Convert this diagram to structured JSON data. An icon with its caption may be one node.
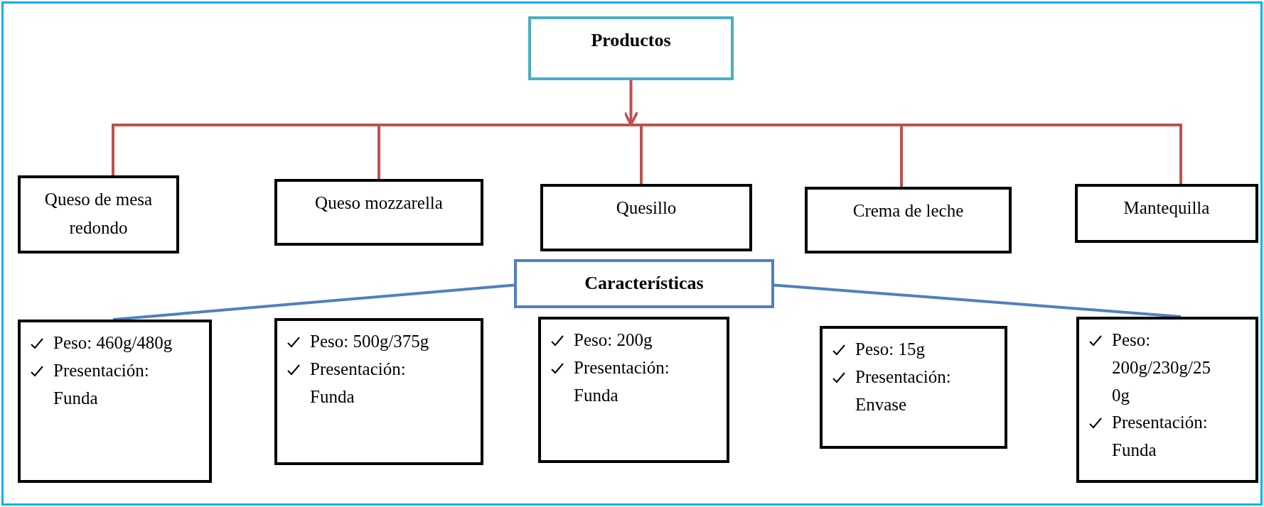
{
  "diagram": {
    "nodes": [
      {
        "text": [
          "Productos"
        ]
      },
      {
        "text": [
          "Queso de mesa redondo"
        ]
      },
      {
        "text": [
          "Queso mozzarella"
        ]
      },
      {
        "text": [
          "Quesillo"
        ]
      },
      {
        "text": [
          "Crema de leche"
        ]
      },
      {
        "text": [
          "Mantequilla"
        ]
      },
      {
        "text": [
          "Características"
        ]
      },
      {
        "text": [
          "Peso: 460g/480g",
          "Presentación: Funda"
        ]
      },
      {
        "text": [
          "Peso: 500g/375g",
          "Presentación: Funda"
        ]
      },
      {
        "text": [
          "Peso: 200g",
          "Presentación: Funda"
        ]
      },
      {
        "text": [
          "Peso: 15g",
          "Presentación: Envase"
        ]
      },
      {
        "text": [
          "Peso: 200g/230g/250g",
          "Presentación: Funda"
        ]
      }
    ],
    "edges": [
      {
        "from": 0,
        "to": null,
        "arrow": "to",
        "color": "#c0504d"
      },
      {
        "from": 0,
        "to": 1,
        "arrow": "none",
        "color": "#c0504d"
      },
      {
        "from": 0,
        "to": 2,
        "arrow": "none",
        "color": "#c0504d"
      },
      {
        "from": 0,
        "to": 3,
        "arrow": "none",
        "color": "#c0504d"
      },
      {
        "from": 0,
        "to": 4,
        "arrow": "none",
        "color": "#c0504d"
      },
      {
        "from": 0,
        "to": 5,
        "arrow": "none",
        "color": "#c0504d"
      },
      {
        "from": 6,
        "to": 7,
        "arrow": "none",
        "color": "#4f81bd"
      },
      {
        "from": 6,
        "to": 11,
        "arrow": "none",
        "color": "#4f81bd"
      }
    ]
  }
}
